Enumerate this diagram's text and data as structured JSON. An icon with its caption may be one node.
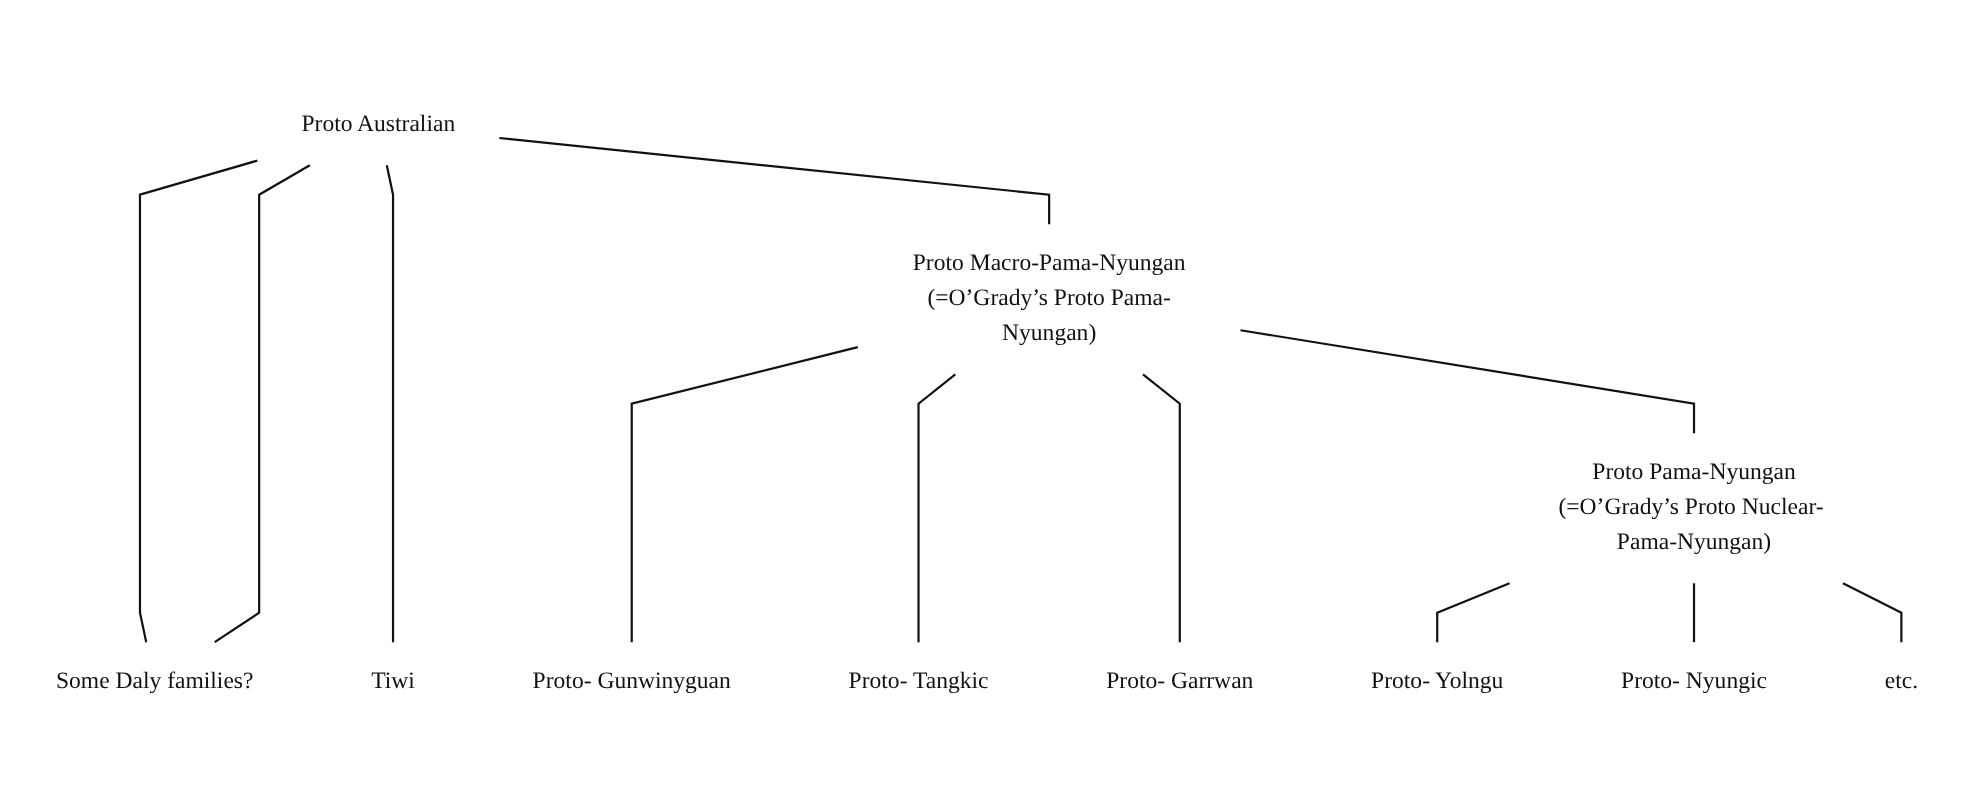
{
  "diagram": {
    "nodes": [
      {
        "text": [
          "Proto Australian"
        ]
      },
      {
        "text": [
          "Proto Macro-Pama-Nyungan",
          "(=O’Grady’s Proto Pama-Nyungan)"
        ]
      },
      {
        "text": [
          "Proto Pama-Nyungan",
          "(=O’Grady’s Proto Nuclear- Pama-Nyungan)"
        ]
      },
      {
        "text": [
          "Some Daly families?"
        ]
      },
      {
        "text": [
          "Tiwi"
        ]
      },
      {
        "text": [
          "Proto- Gunwinyguan"
        ]
      },
      {
        "text": [
          "Proto- Tangkic"
        ]
      },
      {
        "text": [
          "Proto- Garrwan"
        ]
      },
      {
        "text": [
          "Proto- Yolngu"
        ]
      },
      {
        "text": [
          "Proto- Nyungic"
        ]
      },
      {
        "text": [
          "etc."
        ]
      }
    ],
    "edges": [
      {
        "from": 0,
        "to": 3,
        "arrow": "none"
      },
      {
        "from": 0,
        "to": 3,
        "arrow": "none"
      },
      {
        "from": 0,
        "to": 4,
        "arrow": "none"
      },
      {
        "from": 0,
        "to": 1,
        "arrow": "none"
      },
      {
        "from": 1,
        "to": 5,
        "arrow": "none"
      },
      {
        "from": 1,
        "to": 6,
        "arrow": "none"
      },
      {
        "from": 1,
        "to": 7,
        "arrow": "none"
      },
      {
        "from": 1,
        "to": 2,
        "arrow": "none"
      },
      {
        "from": 2,
        "to": 8,
        "arrow": "none"
      },
      {
        "from": 2,
        "to": 9,
        "arrow": "none"
      },
      {
        "from": 2,
        "to": 10,
        "arrow": "none"
      }
    ]
  }
}
